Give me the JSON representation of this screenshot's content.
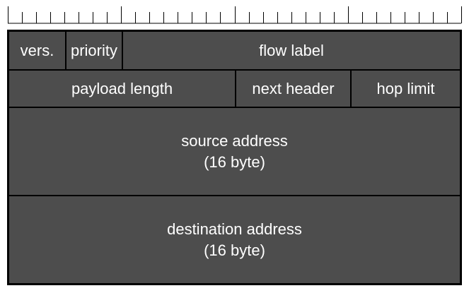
{
  "colors": {
    "field_fill": "#4d4d4d",
    "border": "#000000",
    "text": "#ffffff"
  },
  "ruler": {
    "bits": 32,
    "major_every": 8
  },
  "fields": {
    "version": "vers.",
    "priority": "priority",
    "flow_label": "flow label",
    "payload_length": "payload length",
    "next_header": "next header",
    "hop_limit": "hop limit",
    "source_address": {
      "name": "source address",
      "size": "(16 byte)"
    },
    "destination_address": {
      "name": "destination address",
      "size": "(16 byte)"
    }
  }
}
